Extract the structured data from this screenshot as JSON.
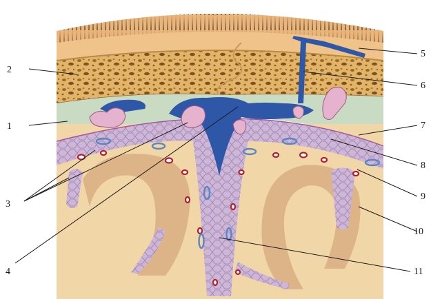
{
  "diagram": {
    "labels": [
      {
        "id": "1",
        "text": "1"
      },
      {
        "id": "2",
        "text": "2"
      },
      {
        "id": "3",
        "text": "3"
      },
      {
        "id": "4",
        "text": "4"
      },
      {
        "id": "5",
        "text": "5"
      },
      {
        "id": "6",
        "text": "6"
      },
      {
        "id": "7",
        "text": "7"
      },
      {
        "id": "8",
        "text": "8"
      },
      {
        "id": "9",
        "text": "9"
      },
      {
        "id": "10",
        "text": "10"
      },
      {
        "id": "11",
        "text": "11"
      }
    ],
    "colors": {
      "scalp": "#3a2a1a",
      "skin": "#efc38a",
      "bone": "#e2b468",
      "bone_pores": "#9b6a2a",
      "dura": "#c9dcc3",
      "sinus": "#2f57a8",
      "granulation": "#e6b3cf",
      "pia_arachnoid": "#cdb6d6",
      "vessel_red": "#b0202e",
      "vessel_blue": "#5b86c4",
      "cortex": "#f1d6a7",
      "grey_matter": "#dcb487"
    }
  }
}
